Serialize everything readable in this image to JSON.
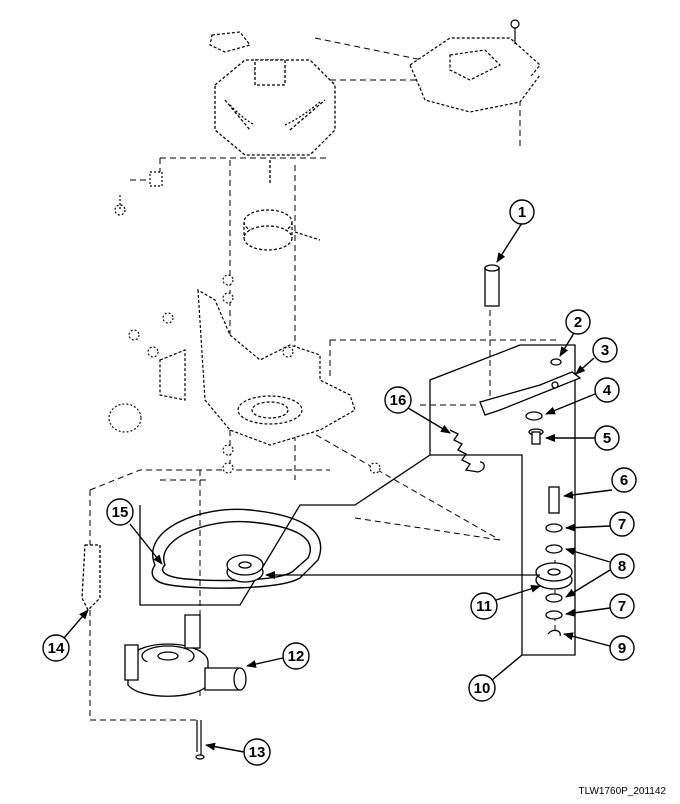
{
  "diagram": {
    "figure_id": "TLW1760P_201142",
    "callouts": {
      "c1": "1",
      "c2": "2",
      "c3": "3",
      "c4": "4",
      "c5": "5",
      "c6": "6",
      "c7a": "7",
      "c7b": "7",
      "c8": "8",
      "c9": "9",
      "c10": "10",
      "c11": "11",
      "c12": "12",
      "c13": "13",
      "c14": "14",
      "c15": "15",
      "c16": "16"
    }
  }
}
